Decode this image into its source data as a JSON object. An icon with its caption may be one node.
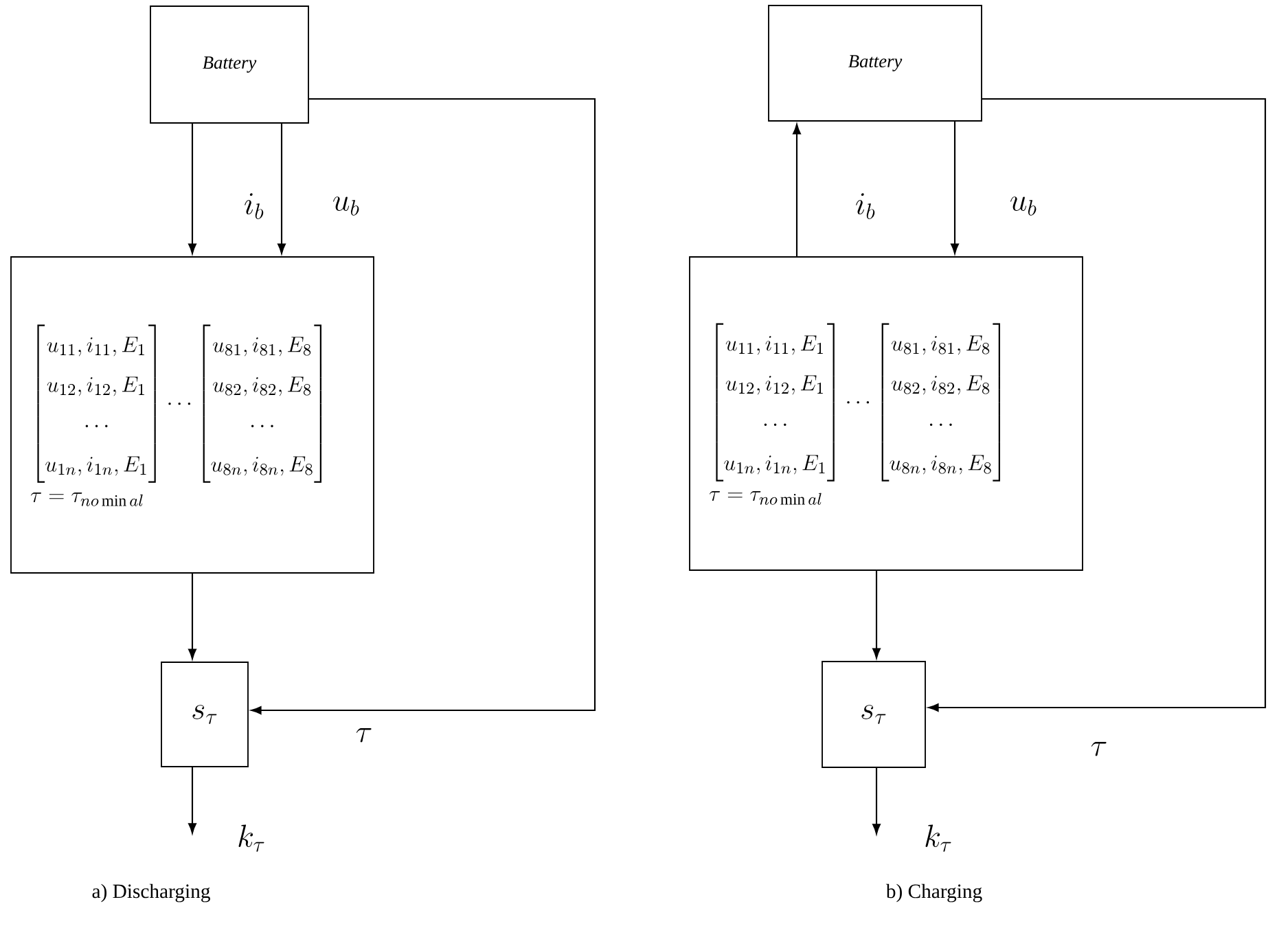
{
  "diagram": {
    "nodes": [
      {
        "text": [
          "Battery"
        ]
      },
      {
        "text": [
          "\\begin{bmatrix}u_{11},i_{11},E_1\\\\u_{12},i_{12},E_1\\\\\\cdots\\\\u_{1n},i_{1n},E_1\\end{bmatrix}\\cdots\\begin{bmatrix}u_{81},i_{81},E_8\\\\u_{82},i_{82},E_8\\\\\\cdots\\\\u_{8n},i_{8n},E_8\\end{bmatrix}",
          "\\tau=\\tau_{no\\min al}"
        ]
      },
      {
        "text": [
          "s_\\tau"
        ]
      },
      {
        "text": [
          "Battery"
        ]
      },
      {
        "text": [
          "\\begin{bmatrix}u_{11},i_{11},E_1\\\\u_{12},i_{12},E_1\\\\\\cdots\\\\u_{1n},i_{1n},E_1\\end{bmatrix}\\cdots\\begin{bmatrix}u_{81},i_{81},E_8\\\\u_{82},i_{82},E_8\\\\\\cdots\\\\u_{8n},i_{8n},E_8\\end{bmatrix}",
          "\\tau=\\tau_{no\\min al}"
        ]
      },
      {
        "text": [
          "s_\\tau"
        ]
      }
    ],
    "edges": [
      {
        "from": 0,
        "to": 1,
        "arrow": "to",
        "label": "i_b"
      },
      {
        "from": 0,
        "to": 1,
        "arrow": "to",
        "label": "u_b"
      },
      {
        "from": 1,
        "to": 2,
        "arrow": "to"
      },
      {
        "from": 0,
        "to": 2,
        "arrow": "to",
        "label": "\\tau"
      },
      {
        "from": 2,
        "to": null,
        "arrow": "to",
        "label": "k_\\tau"
      },
      {
        "from": 4,
        "to": 3,
        "arrow": "to",
        "label": "i_b"
      },
      {
        "from": 3,
        "to": 4,
        "arrow": "to",
        "label": "u_b"
      },
      {
        "from": 4,
        "to": 5,
        "arrow": "to"
      },
      {
        "from": 3,
        "to": 5,
        "arrow": "to",
        "label": "\\tau"
      },
      {
        "from": 5,
        "to": null,
        "arrow": "to",
        "label": "k_\\tau"
      }
    ],
    "labels": [
      "a) Discharging",
      "b) Charging"
    ]
  }
}
